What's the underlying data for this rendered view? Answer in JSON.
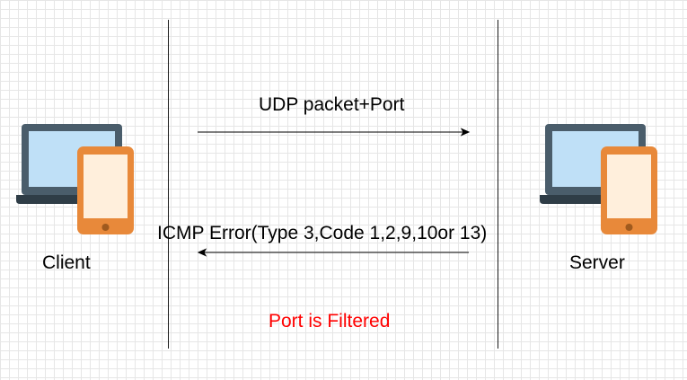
{
  "nodes": {
    "client": {
      "label": "Client"
    },
    "server": {
      "label": "Server"
    }
  },
  "messages": {
    "request": {
      "label": "UDP packet+Port",
      "direction": "client-to-server"
    },
    "response": {
      "label": "ICMP Error(Type 3,Code 1,2,9,10or 13)",
      "direction": "server-to-client"
    }
  },
  "status": {
    "text": "Port is Filtered",
    "color": "#ff0000"
  },
  "colors": {
    "laptop_frame": "#4a5d6b",
    "laptop_screen": "#bfe0f7",
    "laptop_base": "#2f3d47",
    "phone_body": "#e8893a",
    "phone_screen": "#ffefdc",
    "phone_button": "#a05a1e",
    "grid": "#e6e6e6"
  },
  "icons": {
    "client": "laptop-phone-icon",
    "server": "laptop-phone-icon"
  }
}
